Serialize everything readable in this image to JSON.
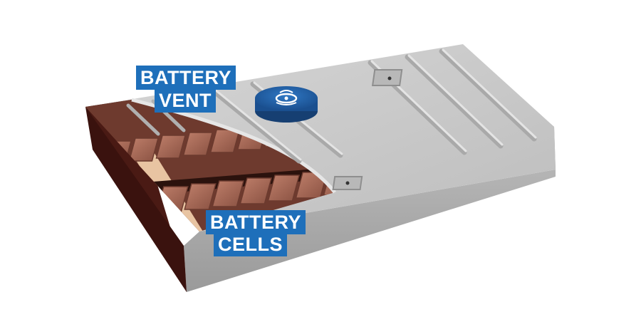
{
  "labels": {
    "vent": {
      "line1": "BATTERY",
      "line2": "VENT"
    },
    "cells": {
      "line1": "BATTERY",
      "line2": "CELLS"
    }
  },
  "colors": {
    "label_background": "#1e6fba",
    "label_text": "#ffffff",
    "vent_cap": "#1f5fa8",
    "housing_top": "#c9c9c9",
    "housing_side": "#a9a9a9",
    "end_wall": "#4a1a14",
    "cells": "#a86a58",
    "foam": "#e8c4a2"
  },
  "icons": [
    "vent-cap-icon"
  ]
}
